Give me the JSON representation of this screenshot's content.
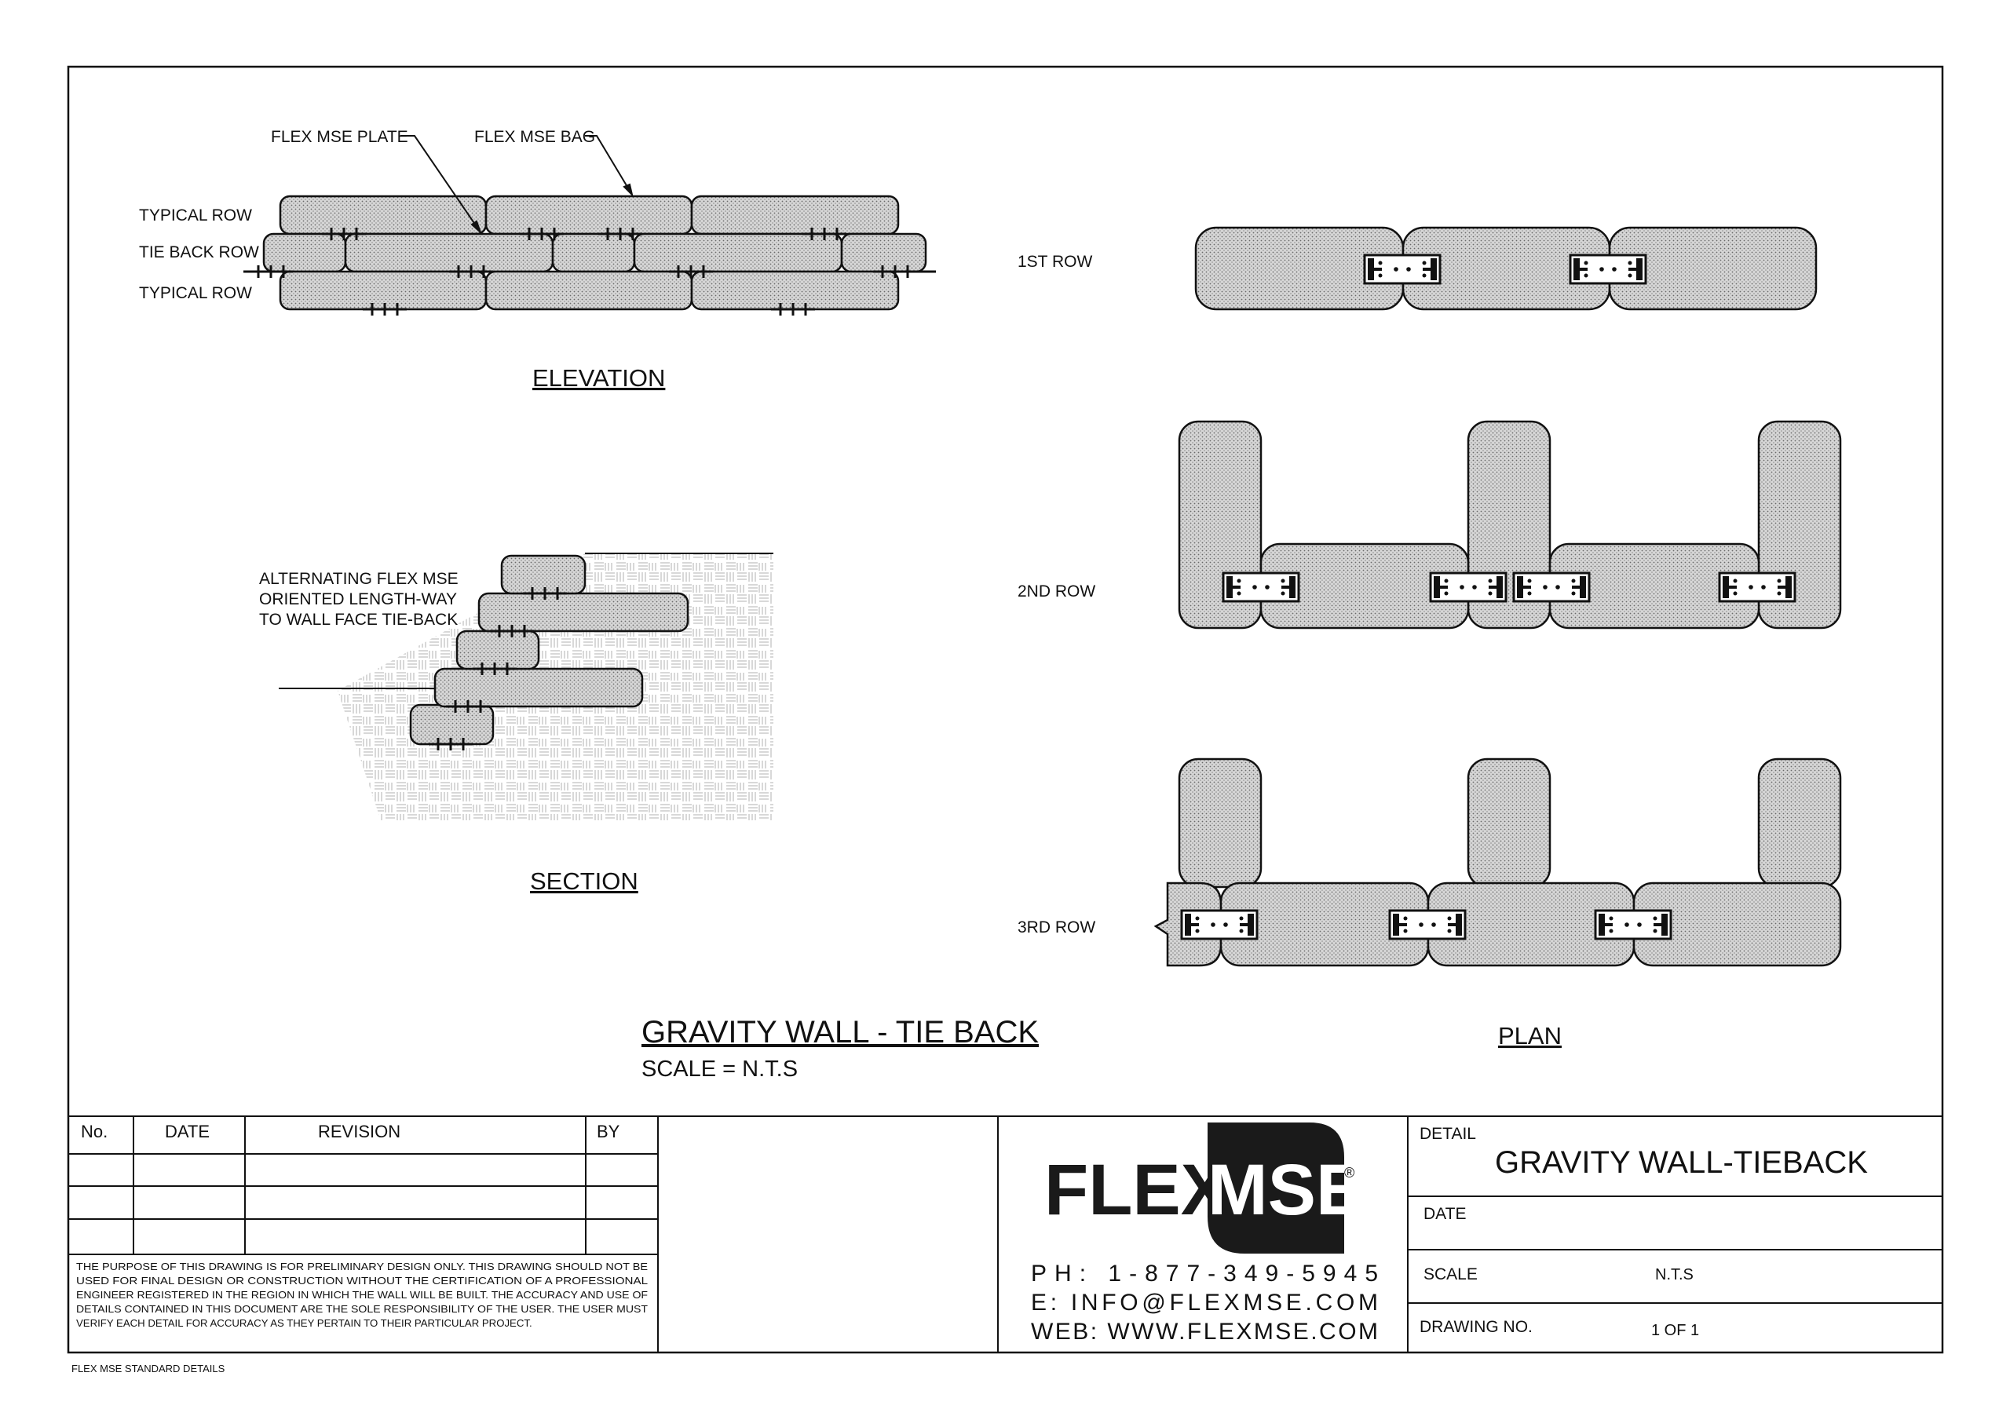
{
  "elevation": {
    "title": "ELEVATION",
    "plate_callout": "FLEX MSE PLATE",
    "bag_callout": "FLEX MSE BAG",
    "row_labels": [
      "TYPICAL ROW",
      "TIE BACK ROW",
      "TYPICAL ROW"
    ]
  },
  "section": {
    "title": "SECTION",
    "note_lines": [
      "ALTERNATING FLEX MSE",
      "ORIENTED LENGTH-WAY",
      "TO WALL FACE TIE-BACK"
    ]
  },
  "plan": {
    "title": "PLAN",
    "row_labels": [
      "1ST ROW",
      "2ND ROW",
      "3RD ROW"
    ]
  },
  "drawing": {
    "title": "GRAVITY WALL - TIE BACK",
    "scale": "SCALE = N.T.S"
  },
  "revision_table": {
    "headers": [
      "No.",
      "DATE",
      "REVISION",
      "BY"
    ],
    "disclaimer_lines": [
      "THE PURPOSE OF THIS DRAWING IS FOR PRELIMINARY DESIGN ONLY. THIS DRAWING SHOULD NOT BE",
      "USED FOR FINAL DESIGN OR CONSTRUCTION WITHOUT THE CERTIFICATION OF A PROFESSIONAL",
      "ENGINEER REGISTERED IN THE REGION IN WHICH THE WALL WILL BE BUILT. THE ACCURACY AND USE OF",
      "DETAILS CONTAINED IN THIS DOCUMENT ARE THE SOLE RESPONSIBILITY OF THE USER. THE USER MUST",
      "VERIFY EACH DETAIL FOR ACCURACY AS THEY PERTAIN TO THEIR PARTICULAR PROJECT."
    ]
  },
  "company": {
    "logo_left": "FLEX",
    "logo_right": "MSE",
    "logo_mark": "®",
    "phone": "PH: 1-877-349-5945",
    "email": "E: INFO@FLEXMSE.COM",
    "web": "WEB: WWW.FLEXMSE.COM"
  },
  "title_block": {
    "detail_label": "DETAIL",
    "detail_value": "GRAVITY WALL-TIEBACK",
    "date_label": "DATE",
    "scale_label": "SCALE",
    "scale_value": "N.T.S",
    "drawing_no_label": "DRAWING NO.",
    "drawing_no_value": "1 OF 1"
  },
  "footer": "FLEX MSE STANDARD DETAILS",
  "colors": {
    "ink": "#111111",
    "bag_fill": "#cfcfcf",
    "soil": "#b9b9b9"
  }
}
